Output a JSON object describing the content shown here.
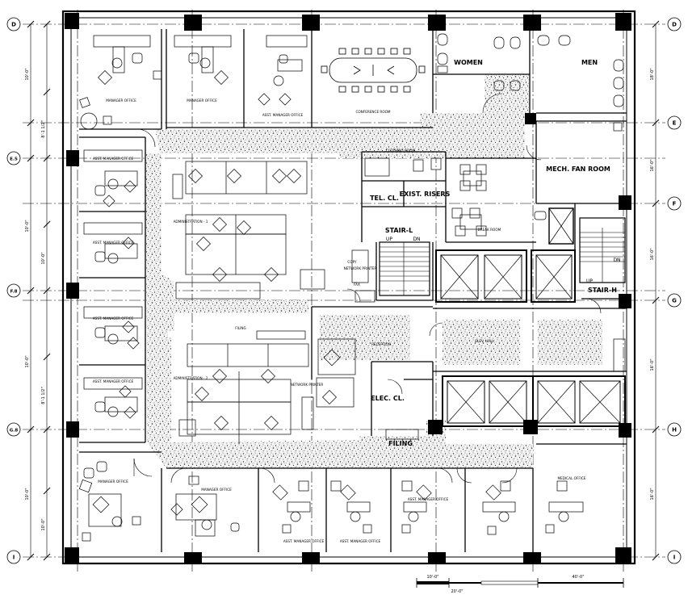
{
  "grid": {
    "rows_left": [
      "D",
      "E.5",
      "F.8",
      "G.8",
      "I"
    ],
    "rows_right": [
      "D",
      "E",
      "F",
      "G",
      "H",
      "I"
    ]
  },
  "dims": {
    "left": [
      "10'-0\"",
      "10'-0\"",
      "8'-1 1/2\"",
      "10'-0\"",
      "10'-0\"",
      "10'-0\"",
      "8'-1 1/2\"",
      "10'-0\""
    ],
    "right": [
      "18'-0\"",
      "16'-0\"",
      "16'-0\"",
      "16'-0\"",
      "16'-0\""
    ]
  },
  "rooms": {
    "women": "WOMEN",
    "men": "MEN",
    "mech_fan": "MECH. FAN ROOM",
    "tel_cl": "TEL. CL.",
    "exist_risers": "EXIST. RISERS",
    "stair_l": "STAIR-L",
    "stair_l_up": "UP",
    "stair_l_dn": "DN",
    "stair_h": "STAIR-H",
    "stair_h_up": "UP",
    "stair_h_dn": "DN",
    "elec_cl": "ELEC. CL.",
    "filing": "FILING"
  },
  "small_labels": {
    "mgr_1": "MANAGER OFFICE",
    "mgr_2": "MANAGER OFFICE",
    "asst_mgr_1": "ASST. MANAGER OFFICE",
    "conference": "CONFERENCE ROOM",
    "asst_mgr_2": "ASST. MANAGER OFFICE",
    "asst_mgr_3": "ASST. MANAGER OFFICE",
    "asst_mgr_4": "ASST. MANAGER OFFICE",
    "asst_mgr_5": "ASST. MANAGER OFFICE",
    "admin_1": "ADMINISTRATION - 1",
    "admin_2": "ADMINISTRATION - 2",
    "filing_mid": "FILING",
    "copy": "COPY",
    "fax": "FAX",
    "network_printer_1": "NETWORK PRINTER",
    "network_printer_2": "NETWORK PRINTER",
    "reception": "RECEPTION",
    "break_room": "BREAK ROOM",
    "elev_hall": "ELEV. HALL",
    "storage": "CLOTHING ROOM",
    "mgr_3": "MANAGER OFFICE",
    "mgr_4": "MANAGER OFFICE",
    "asst_mgr_6": "ASST. MANAGER OFFICE",
    "asst_mgr_7": "ASST. MANAGER OFFICE",
    "asst_mgr_8": "ASST. MANAGER OFFICE",
    "medical": "MEDICAL OFFICE"
  },
  "scale": {
    "a": "10'-0\"",
    "b": "20'-0\"",
    "c": "40'-0\""
  }
}
